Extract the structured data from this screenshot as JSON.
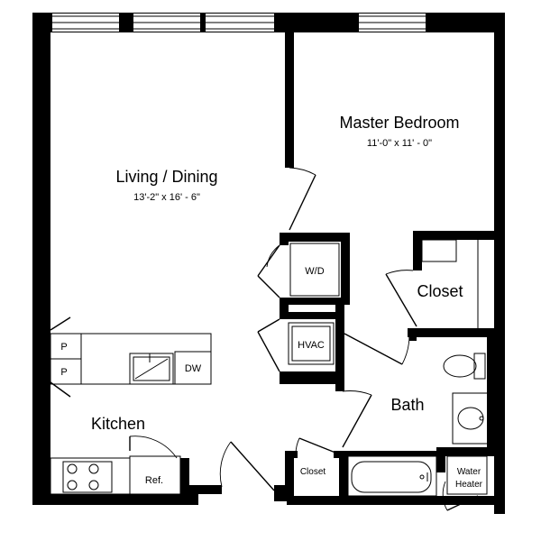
{
  "rooms": {
    "living_dining": {
      "name": "Living / Dining",
      "dimensions": "13'-2\" x 16' - 6\""
    },
    "master_bedroom": {
      "name": "Master Bedroom",
      "dimensions": "11'-0\" x 11' - 0\""
    },
    "closet_bedroom": {
      "name": "Closet"
    },
    "bath": {
      "name": "Bath"
    },
    "kitchen": {
      "name": "Kitchen"
    },
    "closet_hall": {
      "name": "Closet"
    },
    "water_heater": {
      "line1": "Water",
      "line2": "Heater"
    }
  },
  "fixtures": {
    "washer_dryer": "W/D",
    "hvac": "HVAC",
    "pantry_1": "P",
    "pantry_2": "P",
    "dishwasher": "DW",
    "refrigerator": "Ref."
  },
  "colors": {
    "wall": "#000000",
    "background": "#ffffff"
  }
}
